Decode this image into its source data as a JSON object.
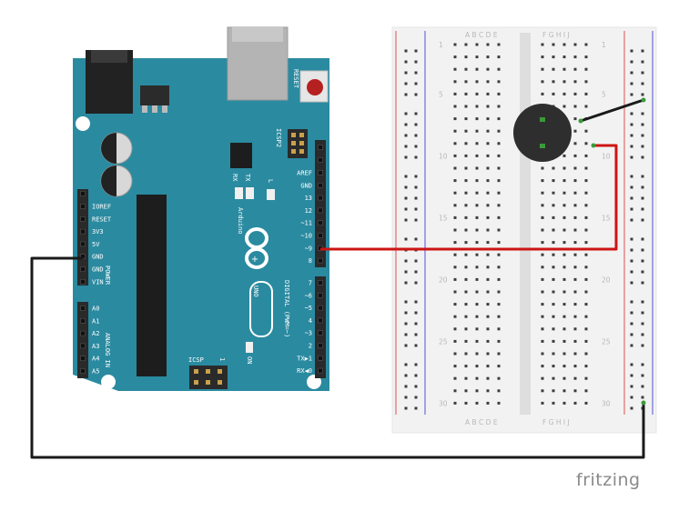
{
  "board": {
    "brand": "Arduino",
    "model": "UNO",
    "header_left": [
      "IOREF",
      "RESET",
      "3V3",
      "5V",
      "GND",
      "GND",
      "VIN"
    ],
    "power_label": "POWER",
    "analog_pins": [
      "A0",
      "A1",
      "A2",
      "A3",
      "A4",
      "A5"
    ],
    "analog_label": "ANALOG IN",
    "header_right_top": [
      "AREF",
      "GND",
      "13",
      "12",
      "~11",
      "~10",
      "~9",
      "8"
    ],
    "header_right_bottom": [
      "7",
      "~6",
      "~5",
      "4",
      "~3",
      "2",
      "TX▶1",
      "RX◀0"
    ],
    "digital_label": "DIGITAL (PWM=~)",
    "reset_label": "RESET",
    "icsp2_label": "ICSP2",
    "icsp_label": "ICSP",
    "icsp_num": "1",
    "on_label": "ON",
    "l_label": "L",
    "tx_label": "TX",
    "rx_label": "RX"
  },
  "breadboard": {
    "cols_left": [
      "A",
      "B",
      "C",
      "D",
      "E"
    ],
    "cols_right": [
      "F",
      "G",
      "H",
      "I",
      "J"
    ],
    "row_numbers": [
      "1",
      "5",
      "10",
      "15",
      "20",
      "25",
      "30"
    ]
  },
  "watermark": "fritzing",
  "colors": {
    "board": "#2a8aa0",
    "board_dark": "#1f6f82",
    "header": "#2a2a2a",
    "wire_red": "#cc1414",
    "wire_black": "#1a1a1a",
    "breadboard": "#f0f0f0",
    "rail_red": "#e05050",
    "rail_blue": "#5050e0",
    "buzzer": "#2e2e2e",
    "pin_green": "#3a9a3a"
  }
}
